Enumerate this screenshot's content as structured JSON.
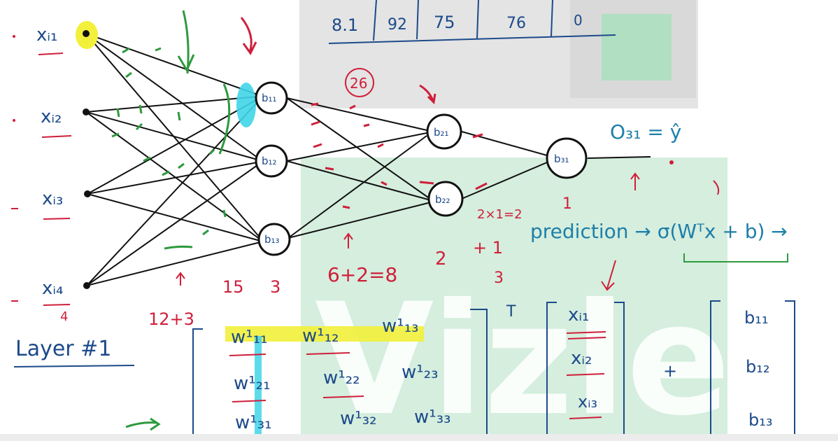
{
  "table_row": [
    "8.1",
    "92",
    "75",
    "76",
    "0"
  ],
  "inputs": [
    "xᵢ₁",
    "xᵢ₂",
    "xᵢ₃",
    "xᵢ₄"
  ],
  "hidden1": [
    "b₁₁",
    "b₁₂",
    "b₁₃"
  ],
  "hidden2": [
    "b₂₁",
    "b₂₂"
  ],
  "output_node": "b₃₁",
  "output_label": "O₃₁ = ŷ",
  "prediction": "prediction → σ(Wᵀx + b) →",
  "layer_label": "Layer #1",
  "annotations": {
    "circled": "26",
    "sum1": "12+3",
    "n15": "15",
    "n3": "3",
    "sum2": "6+2=8",
    "n2": "2",
    "n3b": "3",
    "plus1": "+ 1",
    "two_x_one": "2×1=2",
    "one": "1",
    "four": "4"
  },
  "matrix_w": [
    "w¹₁₁",
    "w¹₁₂",
    "w¹₁₃",
    "w¹₂₁",
    "w¹₂₂",
    "w¹₂₃",
    "w¹₃₁",
    "w¹₃₂",
    "w¹₃₃"
  ],
  "transpose": "T",
  "vector_x": [
    "xᵢ₁",
    "xᵢ₂",
    "xᵢ₃"
  ],
  "plus": "+",
  "vector_b": [
    "b₁₁",
    "b₁₂",
    "b₁₃"
  ],
  "watermark": "Vizle",
  "colors": {
    "ink_blue": "#1c4a8a",
    "ink_red": "#cf1f3a",
    "ink_green": "#2e9a3e",
    "highlight_yellow": "#f2f03a",
    "highlight_cyan": "#3fd6e8",
    "watermark_grey": "#bdbdbd",
    "watermark_green": "#8fd0a8"
  }
}
